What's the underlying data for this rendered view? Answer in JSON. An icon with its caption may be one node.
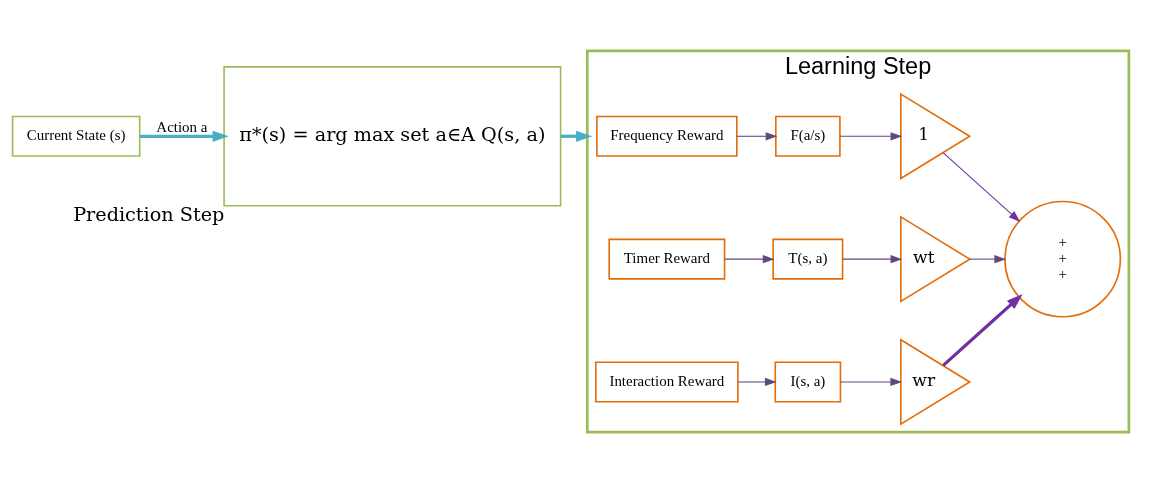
{
  "diagram": {
    "nodes": [
      {
        "text": [
          "Current State (s)"
        ]
      },
      {
        "text": [
          "Prediction Step",
          "π*(s) = arg max set a∈A Q(s, a)"
        ]
      },
      {
        "text": [
          "Learning Step"
        ]
      },
      {
        "text": [
          "Frequency Reward"
        ],
        "in": 2
      },
      {
        "text": [
          "F(a/s)"
        ],
        "in": 2
      },
      {
        "text": [
          "1"
        ],
        "in": 2
      },
      {
        "text": [
          "Timer Reward"
        ],
        "in": 2
      },
      {
        "text": [
          "T(s, a)"
        ],
        "in": 2
      },
      {
        "text": [
          "wt"
        ],
        "in": 2
      },
      {
        "text": [
          "Interaction Reward"
        ],
        "in": 2
      },
      {
        "text": [
          "I(s, a)"
        ],
        "in": 2
      },
      {
        "text": [
          "wr"
        ],
        "in": 2
      },
      {
        "text": [
          "+",
          "+",
          "+"
        ],
        "in": 2
      }
    ],
    "edges": [
      {
        "from": 0,
        "to": 1,
        "arrow": "to",
        "label": "Action a",
        "style": "thick",
        "color": "#4bacc6"
      },
      {
        "from": 1,
        "to": 2,
        "arrow": "to",
        "style": "thick",
        "color": "#4bacc6"
      },
      {
        "from": 3,
        "to": 4,
        "arrow": "to"
      },
      {
        "from": 4,
        "to": 5,
        "arrow": "to"
      },
      {
        "from": 5,
        "to": 12,
        "arrow": "to",
        "color": "#7030a0"
      },
      {
        "from": 6,
        "to": 7,
        "arrow": "to"
      },
      {
        "from": 7,
        "to": 8,
        "arrow": "to"
      },
      {
        "from": 8,
        "to": 12,
        "arrow": "to"
      },
      {
        "from": 9,
        "to": 10,
        "arrow": "to"
      },
      {
        "from": 10,
        "to": 11,
        "arrow": "to"
      },
      {
        "from": 11,
        "to": 12,
        "arrow": "to",
        "style": "thick",
        "color": "#7030a0"
      }
    ]
  }
}
